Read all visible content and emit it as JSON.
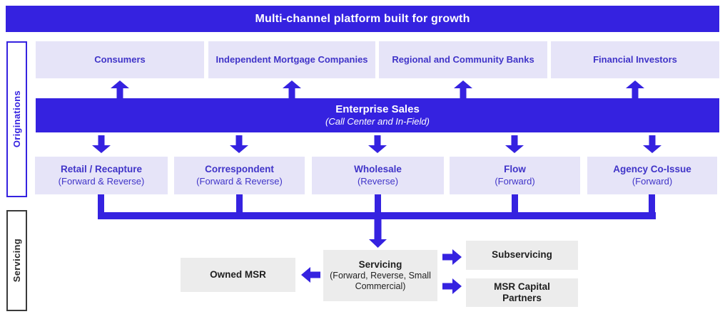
{
  "banner": {
    "title": "Multi-channel platform built for growth"
  },
  "rails": {
    "originations": {
      "label": "Originations"
    },
    "servicing": {
      "label": "Servicing"
    }
  },
  "top_row": [
    {
      "label": "Consumers"
    },
    {
      "label": "Independent Mortgage Companies"
    },
    {
      "label": "Regional and Community Banks"
    },
    {
      "label": "Financial Investors"
    }
  ],
  "enterprise_sales": {
    "title": "Enterprise Sales",
    "subtitle": "(Call Center and In-Field)"
  },
  "channels": [
    {
      "title": "Retail / Recapture",
      "subtitle": "(Forward & Reverse)"
    },
    {
      "title": "Correspondent",
      "subtitle": "(Forward & Reverse)"
    },
    {
      "title": "Wholesale",
      "subtitle": "(Reverse)"
    },
    {
      "title": "Flow",
      "subtitle": "(Forward)"
    },
    {
      "title": "Agency Co-Issue",
      "subtitle": "(Forward)"
    }
  ],
  "servicing_flow": {
    "hub": {
      "title": "Servicing",
      "subtitle": "(Forward, Reverse, Small Commercial)"
    },
    "owned_msr": {
      "label": "Owned MSR"
    },
    "subservicing": {
      "label": "Subservicing"
    },
    "msr_capital_partners": {
      "label": "MSR Capital Partners"
    }
  },
  "icons": {
    "up_arrow": "up-arrow-icon",
    "down_arrow": "down-arrow-icon",
    "left_arrow": "left-arrow-icon",
    "right_arrow": "right-arrow-icon"
  },
  "colors": {
    "accent_blue": "#3522E0",
    "box_lavender": "#E6E4F8",
    "box_gray": "#ECECEC",
    "text_blue": "#4034C8",
    "text_dark": "#1F1F1F",
    "banner_text": "#FFFFFF"
  }
}
